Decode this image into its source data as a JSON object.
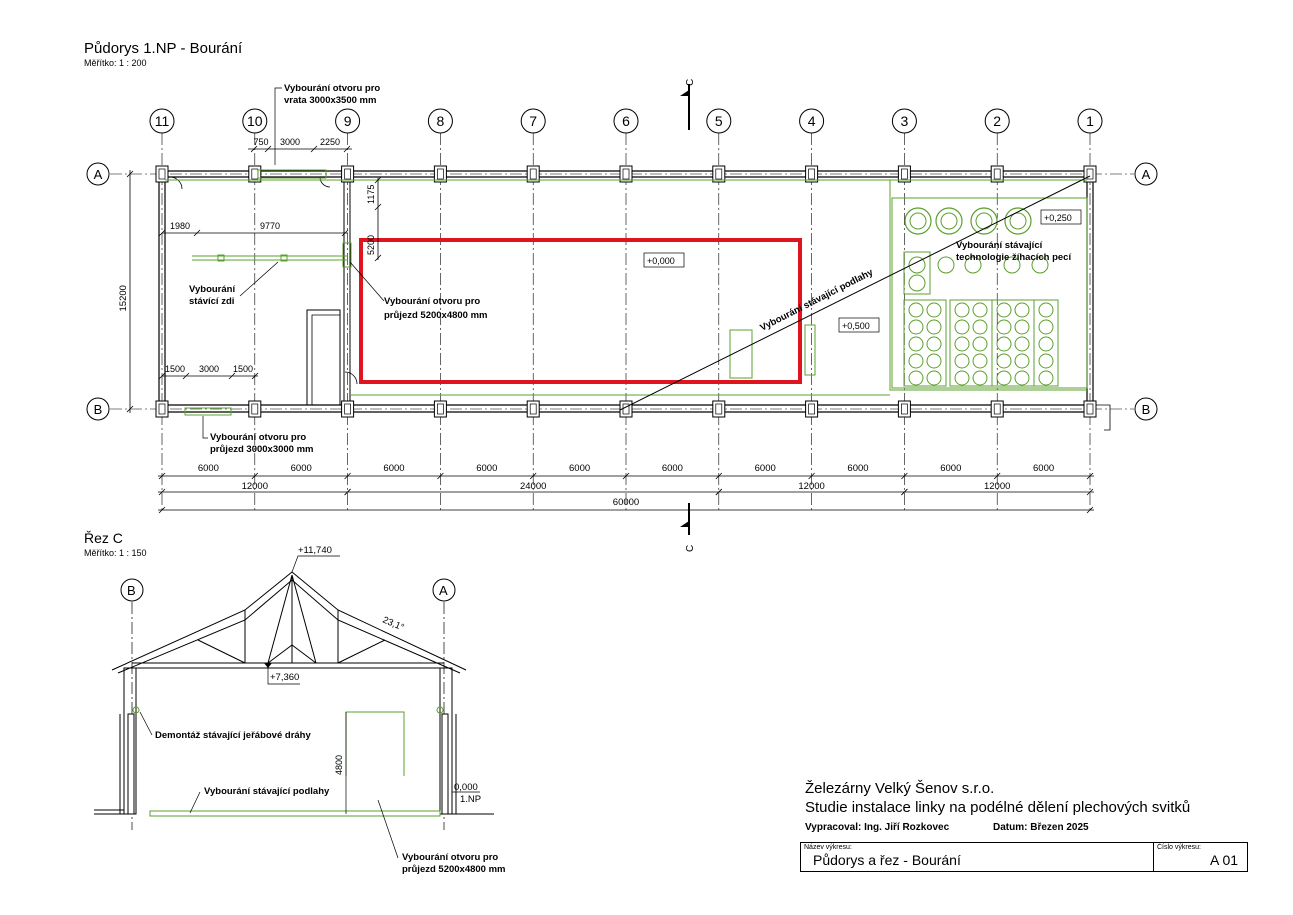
{
  "plan": {
    "title": "Půdorys 1.NP - Bourání",
    "scale": "Měřítko:  1 : 200",
    "axes_numbers": [
      "11",
      "10",
      "9",
      "8",
      "7",
      "6",
      "5",
      "4",
      "3",
      "2",
      "1"
    ],
    "axes_letters": [
      "A",
      "B"
    ],
    "section_mark": "C",
    "dims_bottom_bays": [
      "6000",
      "6000",
      "6000",
      "6000",
      "6000",
      "6000",
      "6000",
      "6000",
      "6000",
      "6000"
    ],
    "dims_bottom_groups": [
      "12000",
      "24000",
      "12000",
      "12000"
    ],
    "dim_total": "60000",
    "dim_height": "15200",
    "dim_top_gate": [
      "750",
      "3000",
      "2250"
    ],
    "dim_room_top": [
      "1980",
      "9770"
    ],
    "dim_room_bottom": [
      "1500",
      "3000",
      "1500"
    ],
    "dim_vert_small": [
      "1175",
      "5200"
    ],
    "levels": [
      "+0,000",
      "+0,250",
      "+0,500"
    ],
    "notes": {
      "gate_line1": "Vybourání otvoru pro",
      "gate_line2": "vrata 3000x3500 mm",
      "wall_line1": "Vybourání",
      "wall_line2": "stávící zdi",
      "passage_line1": "Vybourání otvoru pro",
      "passage_line2": "průjezd 5200x4800 mm",
      "passage2_line1": "Vybourání otvoru pro",
      "passage2_line2": "průjezd 3000x3000 mm",
      "floor": "Vybourání stávající podlahy",
      "tech_line1": "Vybourání stávající",
      "tech_line2": "technologie žíhacích pecí"
    }
  },
  "section": {
    "title": "Řez C",
    "scale": "Měřítko:  1 : 150",
    "axes": [
      "B",
      "A"
    ],
    "level_top": "+11,740",
    "level_mid": "+7,360",
    "level_floor": "0,000",
    "level_floor_sub": "1.NP",
    "angle": "23,1°",
    "dim_opening": "4800",
    "notes": {
      "crane": "Demontáž stávající jeřábové dráhy",
      "floor": "Vybourání stávající podlahy",
      "opening_line1": "Vybourání otvoru pro",
      "opening_line2": "průjezd 5200x4800 mm"
    }
  },
  "title_block": {
    "company": "Železárny Velký Šenov s.r.o.",
    "study": "Studie instalace linky na podélné dělení plechových svitků",
    "author": "Vypracoval: Ing. Jiří Rozkovec",
    "date": "Datum: Březen 2025",
    "name_label": "Název výkresu:",
    "name": "Půdorys a řez - Bourání",
    "number_label": "Číslo výkresu:",
    "number": "A 01"
  },
  "colors": {
    "line": "#000000",
    "green": "#5aa02c",
    "red": "#e0141e"
  }
}
